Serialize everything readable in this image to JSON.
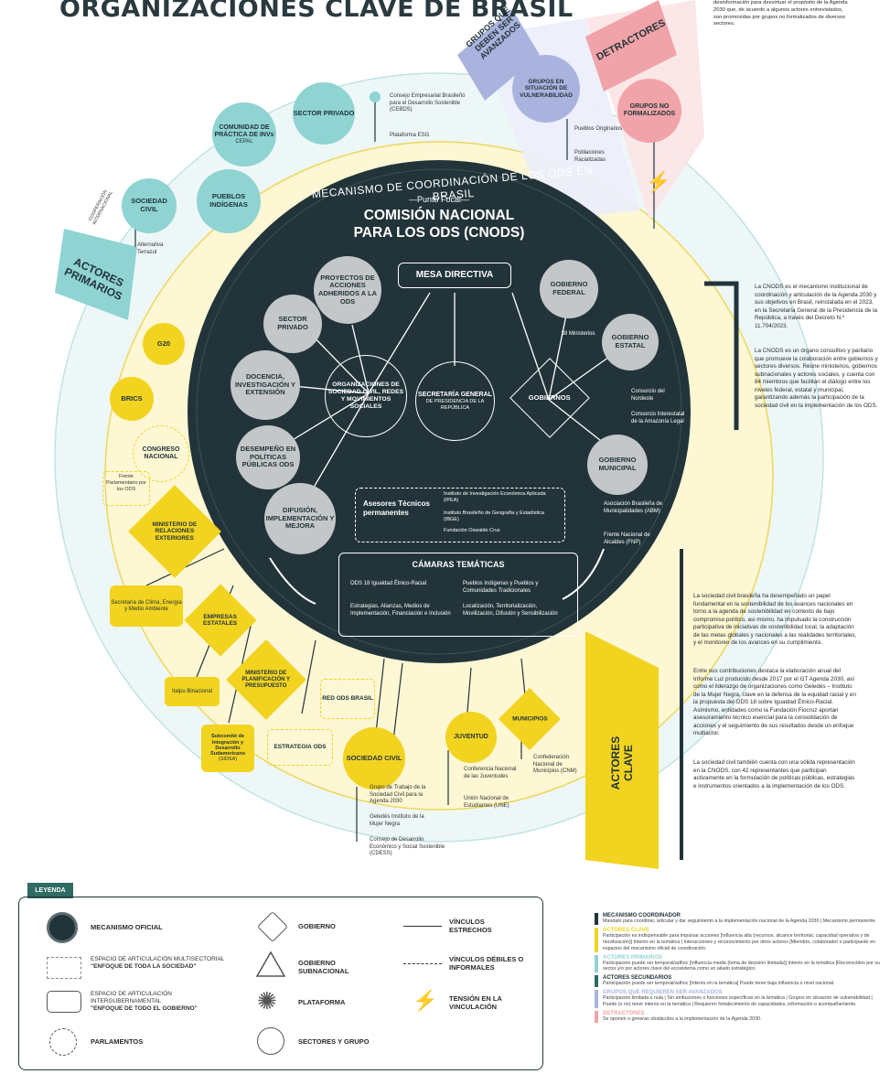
{
  "title": {
    "main": "ORGANIZACIONES CLAVE DE ",
    "bold": "BRASIL"
  },
  "top_note": "desinformación para desvirtuar el propósito de la Agenda 2030 que, de acuerdo a algunos actores entrevistados, son promovidas por grupos no formalizados de diversos sectores.",
  "bands": {
    "grupos_avanzados": "GRUPOS QUE DEBEN SER AVANZADOS",
    "detractores": "DETRACTORES",
    "actores_primarios": "ACTORES PRIMARIOS",
    "actores_clave": "ACTORES CLAVE",
    "cooperacion": "COOPERACIÓN INTERNACIONAL",
    "arc_text": "MECANISMO DE COORDINACIÓN DE LOS ODS EN BRASIL"
  },
  "outer_nodes": {
    "sector_privado": "SECTOR PRIVADO",
    "comunidad": "COMUNIDAD DE PRÁCTICA DE INVs",
    "comunidad_sub": "CEPAL",
    "pueblos": "PUEBLOS INDÍGENAS",
    "sociedad_civil": "SOCIEDAD CIVIL",
    "alternativa": "Alternativa Terrazul",
    "cebds": "Consejo Empresarial Brasileño para el Desarrollo Sostenible (CEBDS)",
    "esg": "Plataforma ESG",
    "vulnerables": "GRUPOS EN SITUACIÓN DE VULNERABILIDAD",
    "originarios": "Pueblos Originarios",
    "raciales": "Poblaciones Racializadas",
    "no_formalizados": "GRUPOS NO FORMALIZADOS"
  },
  "center": {
    "punto_focal": "Punto Focal",
    "title": "COMISIÓN NACIONAL PARA LOS ODS (CNODS)",
    "mesa": "MESA DIRECTIVA",
    "secretaria": "SECRETARÍA GENERAL",
    "secretaria_sub": "DE PRESIDENCIA DE LA REPÚBLICA",
    "osc": "ORGANIZACIONES DE SOCIEDAD CIVIL, REDES Y MOVIMIENTOS SOCIALES",
    "gobiernos": "GOBIERNOS",
    "proyectos": "PROYECTOS DE ACCIONES ADHERIDOS A LA ODS",
    "sector_privado": "SECTOR PRIVADO",
    "docencia": "DOCENCIA, INVESTIGACIÓN Y EXTENSIÓN",
    "desempeno": "DESEMPEÑO EN POLÍTICAS PÚBLICAS ODS",
    "difusion": "DIFUSIÓN, IMPLEMENTACIÓN Y MEJORA",
    "gob_federal": "GOBIERNO FEDERAL",
    "ministerios": "38 Ministerios",
    "gob_estatal": "GOBIERNO ESTATAL",
    "consorcio_nordeste": "Consorcio del Nordeste",
    "consorcio_amazonia": "Consorcio Interestatal de la Amazonía Legal",
    "gob_municipal": "GOBIERNO MUNICIPAL",
    "abm": "Asociación Brasileña de Municipalidades (ABM)",
    "fnp": "Frente Nacional de Alcaldes (FNP)",
    "asesores": "Asesores Técnicos permanentes",
    "ipea": "Instituto de Investigación Económica Aplicada (IPEA)",
    "ibge": "Instituto Brasileño de Geografía y Estadística (IBGE)",
    "fiocruz": "Fundación Oswaldo Cruz",
    "camaras": "CÁMARAS TEMÁTICAS",
    "cam1": "ODS 18 Igualdad Étnico-Racial",
    "cam2": "Pueblos Indígenas y Pueblos y Comunidades Tradicionales",
    "cam3": "Estrategias, Alianzas, Medios de Implementación, Financiación e Inclusión",
    "cam4": "Localización, Territorialización, Movilización, Difusión y Sensibilización"
  },
  "left_nodes": {
    "g20": "G20",
    "brics": "BRICS",
    "congreso": "CONGRESO NACIONAL",
    "frente": "Frente Parlamentario por los ODS",
    "ministerio_rel": "MINISTERIO DE RELACIONES EXTERIORES",
    "secretaria_clima": "Secretaría de Clima, Energía y Medio Ambiente",
    "empresas": "EMPRESAS ESTATALES",
    "itaipu": "Itaipu Binacional",
    "ministerio_plan": "MINISTERIO DE PLANIFICACIÓN Y PRESUPUESTO",
    "subcomite": "Subcomité de Integración y Desarrollo Sudamericano",
    "sidsa": "(SIDSA)",
    "estrategia": "ESTRATEGIA ODS",
    "red_ods": "RED ODS BRASIL",
    "sociedad_civil": "SOCIEDAD CIVIL",
    "gt": "Grupo de Trabajo de la Sociedad Civil para la Agenda 2030",
    "geledes": "Geledés Instituto de la Mujer Negra",
    "cdess": "Consejo de Desarrollo Económico y Social Sostenible (CDESS)",
    "juventud": "JUVENTUD",
    "conf_juv": "Conferencia Nacional de las Juventudes",
    "une": "Unión Nacional de Estudiantes (UNE)",
    "municipios": "MUNICIPIOS",
    "cnm": "Confederación Nacional de Municipios (CNM)"
  },
  "side_text": {
    "p1": "La CNODS es el mecanismo institucional de coordinación y articulación de la Agenda 2030 y sus objetivos en Brasil, reinstalada en el 2023, en la Secretaría General de la Presidencia de la República, a través del Decreto N.º 11.704/2023.",
    "p2": "La CNODS es un órgano consultivo y paritario que promueve la colaboración entre gobiernos y sectores diversos. Reúne ministerios, gobiernos subnacionales y actores sociales, y cuenta con 84 miembros que facilitan el diálogo entre los niveles federal, estatal y municipal, garantizando además la participación de la sociedad civil en la implementación de los ODS.",
    "p3": "La sociedad civil brasileña ha desempeñado un papel fundamental en la sostenibilidad de los avances nacionales en torno a la agenda de sostenibilidad en contexto de bajo compromiso político, asi mismo, ha impulsado la construcción participativa de iniciativas de sostenibilidad local, la adaptación de las metas globales y nacionales a las realidades territoriales, y el monitoreo de los avances en su cumplimiento.",
    "p4": "Entre sus contribuciones destaca la elaboración anual del Informe Luz producido desde 2017 por el GT Agenda 2030, así como el liderazgo de organizaciones como Geledés – Instituto de la Mujer Negra, clave en la defensa de la equidad racial y en la propuesta del ODS 18 sobre Igualdad Étnico-Racial. Asimismo, entidades como la Fundación Fiocruz aportan asesoramiento técnico esencial para la consolidación de acciones y el seguimiento de sus resultados desde un enfoque multiactor.",
    "p5": "La sociedad civil también cuenta con una sólida representación en la CNODS, con 42 representantes que participan activamente en la formulación de políticas públicas, estrategias e instrumentos orientados a la implementación de los ODS."
  },
  "legend": {
    "title": "LEYENDA",
    "mecanismo": "MECANISMO OFICIAL",
    "espacio_multi": "ESPACIO DE ARTICULACIÓN MULTISECTORIAL",
    "espacio_multi_b": "\"ENFOQUE DE TODA LA SOCIEDAD\"",
    "espacio_inter": "ESPACIO DE ARTICULACIÓN INTERGUBERNAMENTAL",
    "espacio_inter_b": "\"ENFOQUE DE TODO EL GOBIERNO\"",
    "parlamentos": "PARLAMENTOS",
    "gobierno": "GOBIERNO",
    "gob_sub": "GOBIERNO SUBNACIONAL",
    "plataforma": "PLATAFORMA",
    "sectores": "SECTORES Y GRUPO",
    "vinc_estrechos": "VÍNCULOS ESTRECHOS",
    "vinc_debiles": "VÍNCULOS DÉBILES O INFORMALES",
    "tension": "TENSIÓN EN LA VINCULACIÓN"
  },
  "key_table": [
    {
      "h": "MECANISMO COORDINADOR",
      "t": "Mandato para coordinar, articular y dar seguimiento a la implementación nacional de la Agenda 2030 | Mecanismo permanente.",
      "color": "#22343a"
    },
    {
      "h": "ACTORES CLAVE",
      "t": "Participación es indispensable para impulsar acciones [Influencia alta (recursos, alcance territorial, capacidad operativa y de movilización)] Interés en la temática | Interacciones y reconocimiento por otros actores [Miembro, colaborador o participante en espacios del mecanismo oficial de coordinación.",
      "color": "#f2d31f"
    },
    {
      "h": "ACTORES PRIMARIOS",
      "t": "Participación puede ser temporal/adhoc [Influencia media (toma de decisión limitada)] Interés en la temática [Reconocidos por su sector y/o por actores clave del ecosistema como un aliado estratégico.",
      "color": "#8fd3d3"
    },
    {
      "h": "ACTORES SECUNDARIOS",
      "t": "Participación puede ser temporal/adhoc [Interés en la temática] Puede tener baja influencia o nivel nacional.",
      "color": "#2e6b63"
    },
    {
      "h": "GRUPOS QUE REQUIEREN SER AVANZADOS",
      "t": "Participación limitada o nula | Sin atribuciones o funciones específicas en la temática | Grupos en situación de vulnerabilidad | Puede (o no) tener interés en la temática | Requieren fortalecimiento de capacidades, información o acompañamiento.",
      "color": "#a9b3de"
    },
    {
      "h": "DETRACTORES",
      "t": "Se oponen o generan obstáculos a la implementación de la Agenda 2030.",
      "color": "#f0a3a8"
    }
  ]
}
